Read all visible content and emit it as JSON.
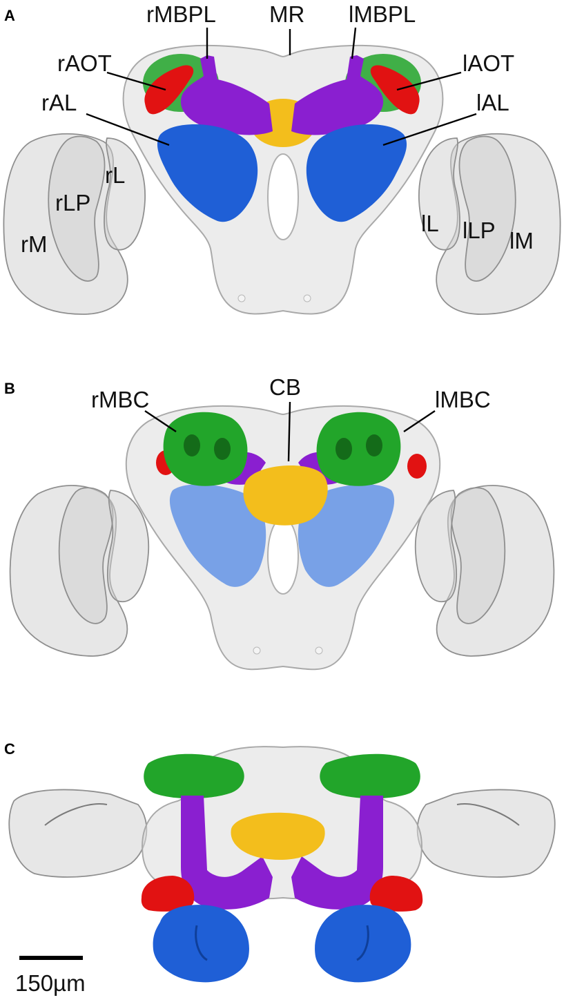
{
  "colors": {
    "background": "#ffffff",
    "brain_shell": "#dcdcdc",
    "antennal_lobe": "#1f5fd6",
    "antennal_lobe_translucent": "#5b8ee6",
    "optic_tubercle": "#e11212",
    "mushroom_body_peduncle": "#8a1fd0",
    "mushroom_body_calyx": "#22a52a",
    "central_body": "#f3be1c"
  },
  "panels": [
    {
      "letter": "A",
      "labels": {
        "rMBPL": "rMBPL",
        "MR": "MR",
        "lMBPL": "lMBPL",
        "rAOT": "rAOT",
        "lAOT": "lAOT",
        "rAL": "rAL",
        "lAL": "lAL",
        "rL": "rL",
        "rLP": "rLP",
        "rM": "rM",
        "lL": "lL",
        "lLP": "lLP",
        "lM": "lM"
      }
    },
    {
      "letter": "B",
      "labels": {
        "rMBC": "rMBC",
        "CB": "CB",
        "lMBC": "lMBC"
      }
    },
    {
      "letter": "C",
      "labels": {}
    }
  ],
  "scale_bar": {
    "label": "150µm"
  }
}
